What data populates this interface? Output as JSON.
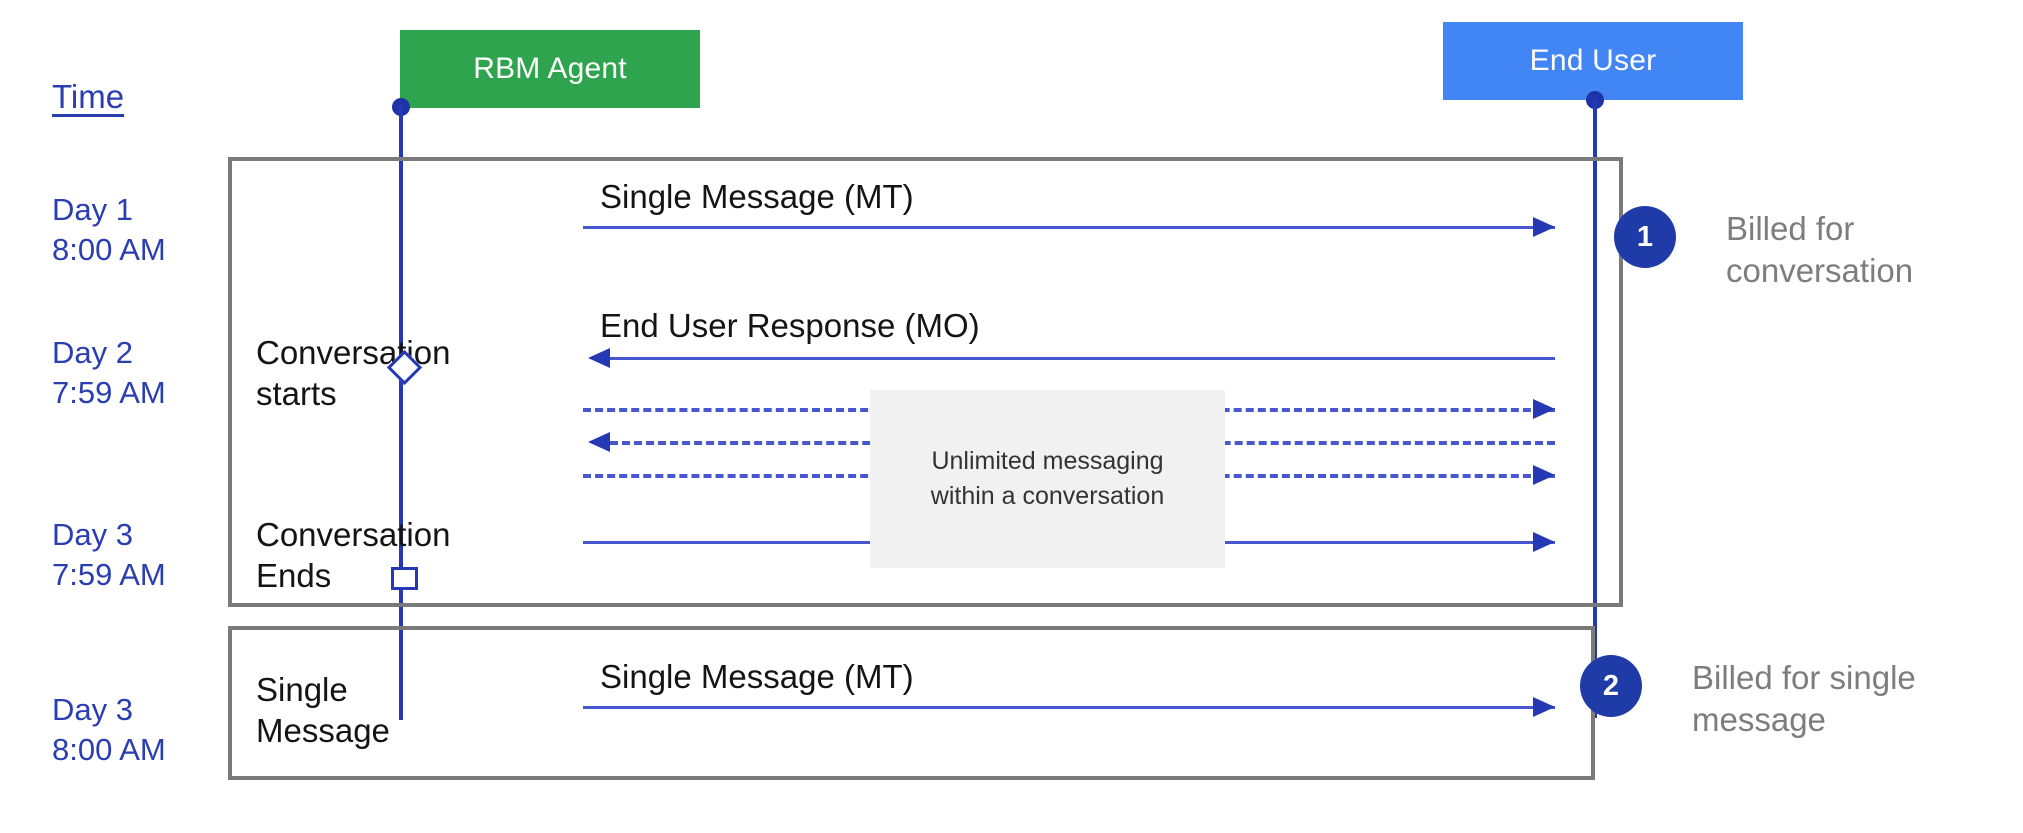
{
  "diagram": {
    "time_axis_label": "Time",
    "actors": [
      {
        "id": "rbm-agent",
        "label": "RBM Agent",
        "color": "#2EA44F"
      },
      {
        "id": "end-user",
        "label": "End User",
        "color": "#4285F4"
      }
    ],
    "timestamps": [
      {
        "day": "Day 1",
        "time": "8:00 AM"
      },
      {
        "day": "Day 2",
        "time": "7:59 AM"
      },
      {
        "day": "Day 3",
        "time": "7:59 AM"
      },
      {
        "day": "Day 3",
        "time": "8:00 AM"
      }
    ],
    "phase_captions": {
      "conversation_starts_line1": "Conversation",
      "conversation_starts_line2": "starts",
      "conversation_ends_line1": "Conversation",
      "conversation_ends_line2": "Ends",
      "single_message_line1": "Single",
      "single_message_line2": "Message"
    },
    "messages": [
      {
        "id": "mt-1",
        "label": "Single Message (MT)",
        "direction": "agent-to-user",
        "style": "solid"
      },
      {
        "id": "mo-1",
        "label": "End User Response (MO)",
        "direction": "user-to-agent",
        "style": "solid"
      },
      {
        "id": "unlimited-1",
        "label": "",
        "direction": "agent-to-user",
        "style": "dashed"
      },
      {
        "id": "unlimited-2",
        "label": "",
        "direction": "user-to-agent",
        "style": "dashed"
      },
      {
        "id": "unlimited-3",
        "label": "",
        "direction": "agent-to-user",
        "style": "dashed"
      },
      {
        "id": "unlimited-4",
        "label": "",
        "direction": "agent-to-user",
        "style": "solid"
      },
      {
        "id": "mt-2",
        "label": "Single Message (MT)",
        "direction": "agent-to-user",
        "style": "solid"
      }
    ],
    "note": {
      "line1": "Unlimited messaging",
      "line2": "within a conversation"
    },
    "billing": [
      {
        "number": "1",
        "line1": "Billed for",
        "line2": "conversation"
      },
      {
        "number": "2",
        "line1": "Billed for single",
        "line2": "message"
      }
    ],
    "colors": {
      "agent_green": "#2EA44F",
      "user_blue": "#4285F4",
      "arrow_blue": "#4757CE",
      "badge_blue": "#1F3BA8",
      "time_text": "#2a3eb1",
      "note_gray": "#F1F1F1",
      "box_border": "#7a7a7a",
      "billing_text": "#7d7d7d"
    }
  }
}
